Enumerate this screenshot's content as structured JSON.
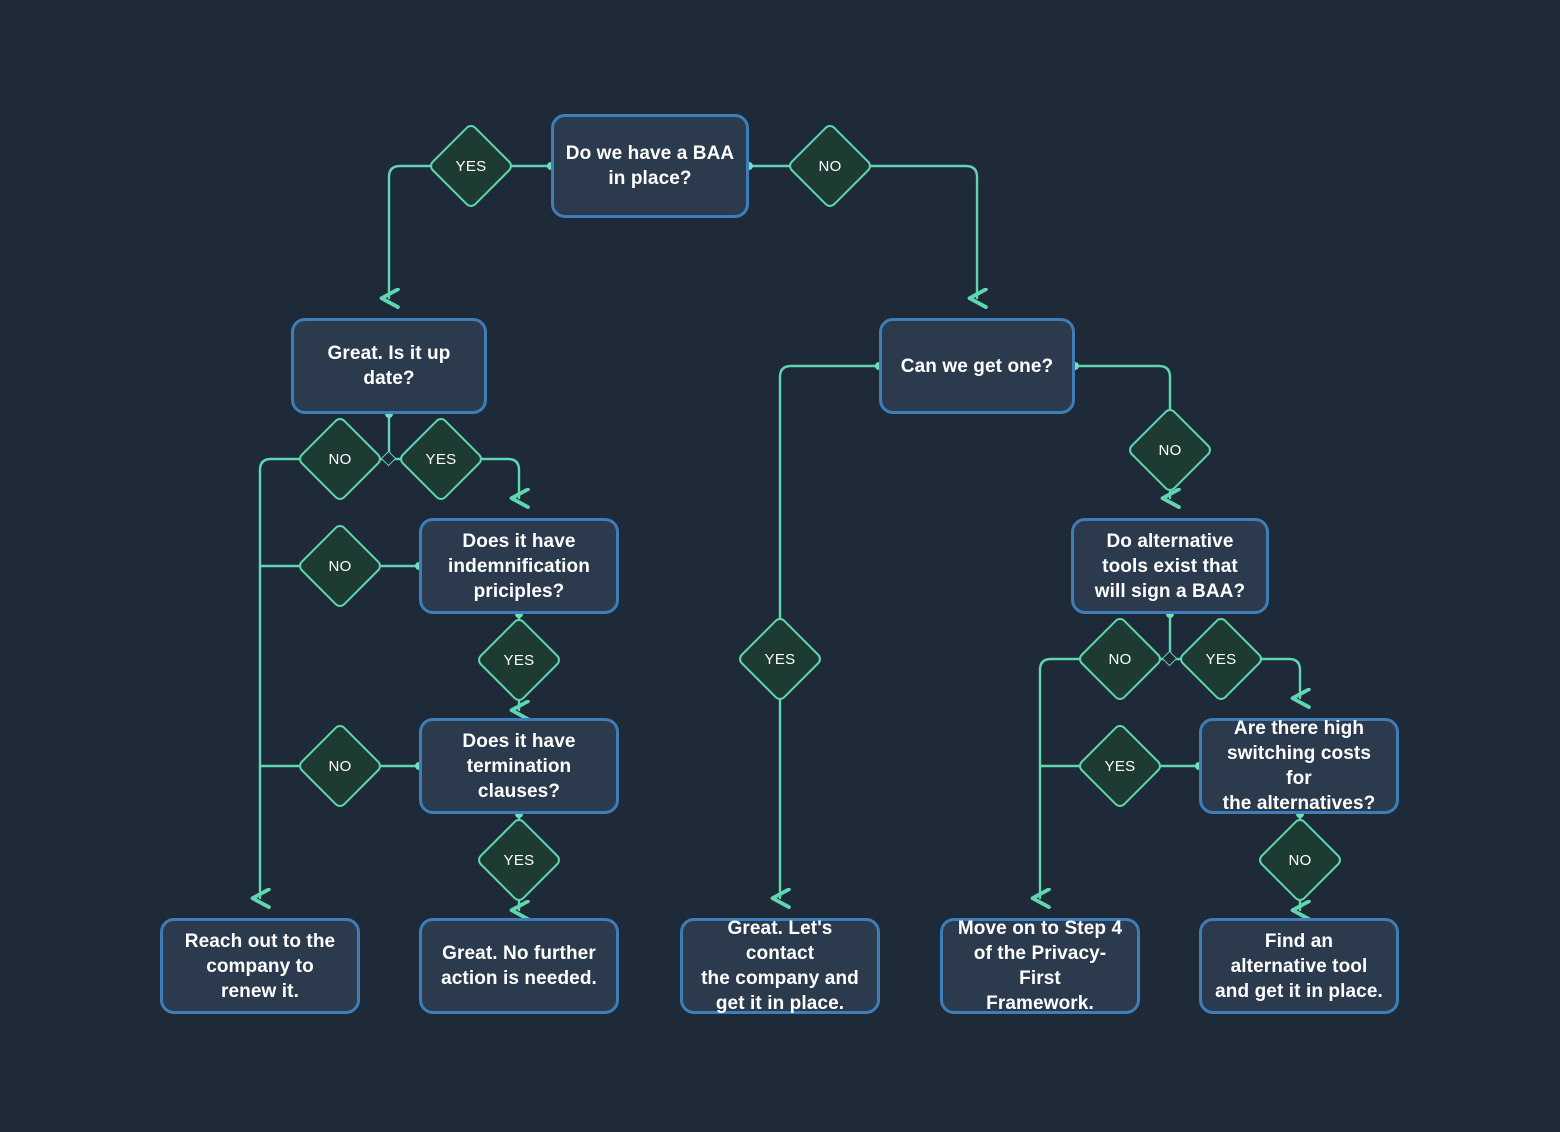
{
  "diagram": {
    "title": "BAA decision flowchart",
    "colors": {
      "background": "#1e2a38",
      "node_fill": "#2b3a4d",
      "node_border": "#3d7eb8",
      "diamond_fill": "#1d3b33",
      "diamond_border": "#5fd6b0",
      "edge": "#5fd6b0",
      "text": "#ffffff"
    },
    "nodes": {
      "start": "Do we have a BAA\nin place?",
      "up_to_date": "Great. Is it up\ndate?",
      "indemnification": "Does it have\nindemnification\npriciples?",
      "termination": "Does it have\ntermination\nclauses?",
      "can_we_get_one": "Can we get one?",
      "alternative_tools": "Do alternative\ntools exist that\nwill sign a BAA?",
      "switching_costs": "Are there high\nswitching costs for\nthe alternatives?",
      "renew": "Reach out to the\ncompany to\nrenew it.",
      "no_further_action": "Great. No further\naction is needed.",
      "contact_company": "Great. Let's contact\nthe company and\nget it in place.",
      "step_4": "Move on to Step 4\nof the Privacy-First\nFramework.",
      "find_alternative": "Find an\nalternative tool\nand get it in place."
    },
    "labels": {
      "start_yes": "YES",
      "start_no": "NO",
      "uptodate_no": "NO",
      "uptodate_yes": "YES",
      "indemnification_no": "NO",
      "indemnification_yes": "YES",
      "termination_no": "NO",
      "termination_yes": "YES",
      "getone_yes": "YES",
      "getone_no": "NO",
      "alternatives_no": "NO",
      "alternatives_yes": "YES",
      "switching_yes": "YES",
      "switching_no": "NO"
    }
  }
}
